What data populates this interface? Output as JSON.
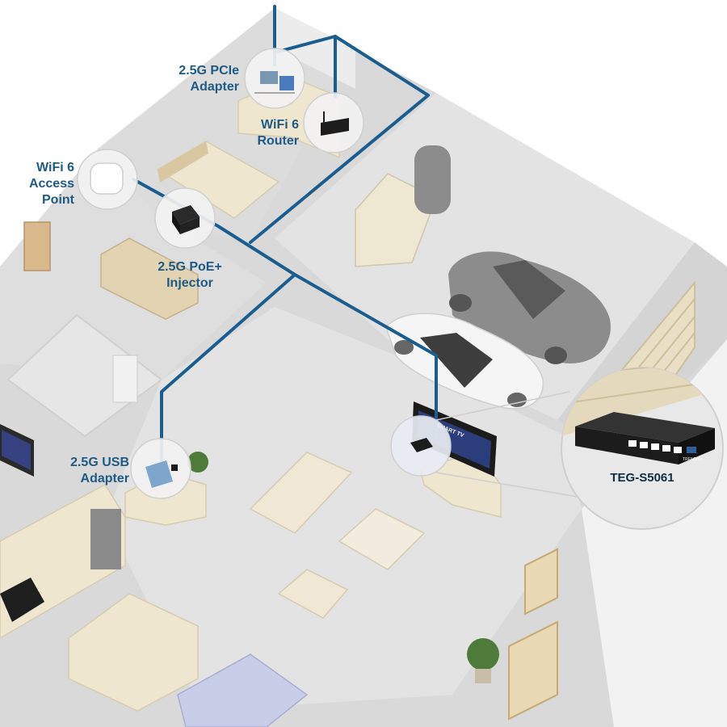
{
  "diagram": {
    "labels": {
      "pcie_adapter": [
        "2.5G PCIe",
        "Adapter"
      ],
      "wifi_router": [
        "WiFi 6",
        "Router"
      ],
      "access_point": [
        "WiFi 6",
        "Access",
        "Point"
      ],
      "poe_injector": [
        "2.5G PoE+",
        "Injector"
      ],
      "usb_adapter": [
        "2.5G USB",
        "Adapter"
      ],
      "switch_model": "TEG-S5061"
    },
    "tv_text": "SMART TV",
    "switch_brand": "TRENDnet",
    "colors": {
      "cable": "#1c5d8f",
      "label": "#1f5a85",
      "wall": "#eeeeee",
      "floor": "#dadada",
      "garage_floor": "#e4e4e4",
      "furniture": "#efe6cf",
      "car_gray": "#8c8c8c",
      "car_white": "#f4f4f4",
      "switch_body": "#1c1c1c"
    }
  }
}
